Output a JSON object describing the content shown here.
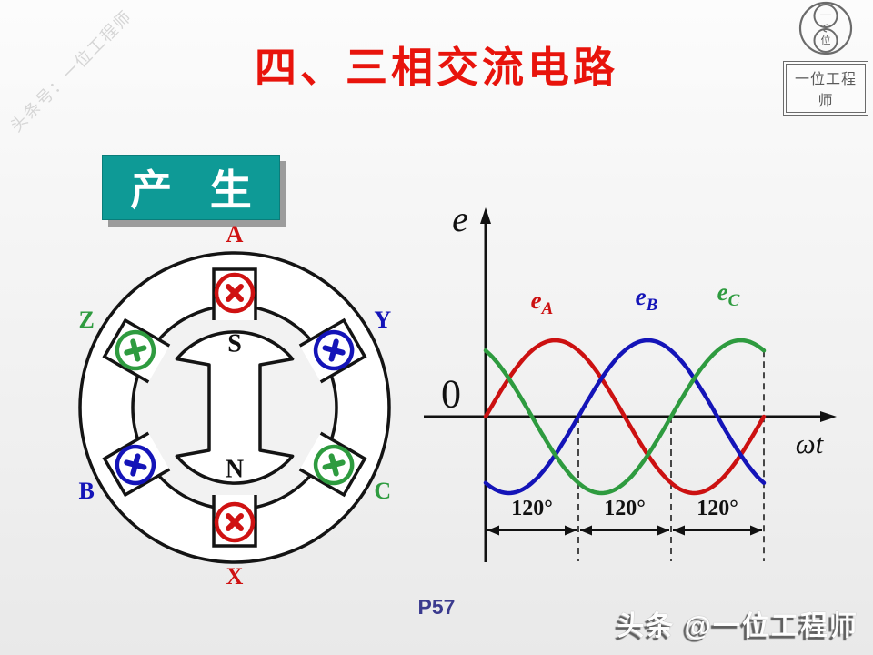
{
  "slide": {
    "title": "四、三相交流电路",
    "page_number": "P57",
    "watermark_diagonal": "头条号：一位工程师",
    "watermark_bottom": "头条 @一位工程师"
  },
  "logo": {
    "top_char": "一",
    "bottom_char": "位",
    "box_label": "一位工程师"
  },
  "section_box": {
    "label": "产 生",
    "bg_color": "#0e9a96",
    "text_color": "#ffffff"
  },
  "stator": {
    "magnet_top_label": "S",
    "magnet_bottom_label": "N",
    "winding_symbol": "circle-cross",
    "poles": [
      {
        "label": "A",
        "angle_deg": 90,
        "color": "#cf1212"
      },
      {
        "label": "Y",
        "angle_deg": 30,
        "color": "#1414b8"
      },
      {
        "label": "Z",
        "angle_deg": 150,
        "color": "#2e9b3f"
      },
      {
        "label": "B",
        "angle_deg": 210,
        "color": "#1414b8"
      },
      {
        "label": "X",
        "angle_deg": 270,
        "color": "#cf1212"
      },
      {
        "label": "C",
        "angle_deg": 330,
        "color": "#2e9b3f"
      }
    ]
  },
  "chart_data": {
    "type": "line",
    "title": "",
    "xlabel": "ωt",
    "ylabel": "e",
    "origin_label": "0",
    "x_range_deg": [
      0,
      360
    ],
    "ylim": [
      -1,
      1
    ],
    "amplitude": 1,
    "grid": false,
    "legend_position": "above-curves",
    "series": [
      {
        "name": "eA",
        "base": "e",
        "sub": "A",
        "color": "#cc1111",
        "phase_deg": 0
      },
      {
        "name": "eB",
        "base": "e",
        "sub": "B",
        "color": "#1414b8",
        "phase_deg": -120
      },
      {
        "name": "eC",
        "base": "e",
        "sub": "C",
        "color": "#2e9b3f",
        "phase_deg": 120
      }
    ],
    "dashed_marks_deg": [
      120,
      240,
      360
    ],
    "interval_labels": [
      "120°",
      "120°",
      "120°"
    ]
  }
}
